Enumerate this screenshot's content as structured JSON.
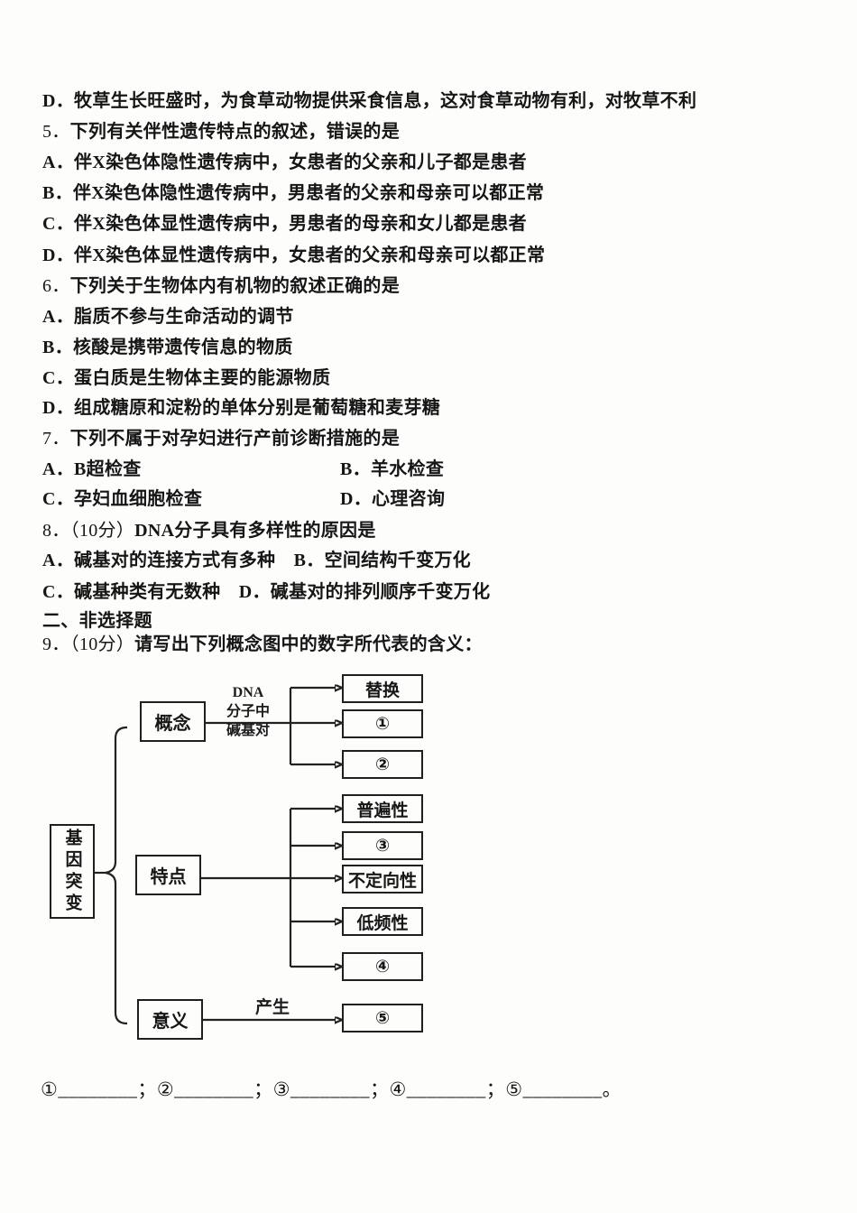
{
  "doc": {
    "lines": [
      {
        "text": "D．牧草生长旺盛时，为食草动物提供采食信息，这对食草动物有利，对牧草不利"
      },
      {
        "prefix": "5．",
        "text": "下列有关伴性遗传特点的叙述，错误的是"
      },
      {
        "text": "A．伴X染色体隐性遗传病中，女患者的父亲和儿子都是患者"
      },
      {
        "text": "B．伴X染色体隐性遗传病中，男患者的父亲和母亲可以都正常"
      },
      {
        "text": "C．伴X染色体显性遗传病中，男患者的母亲和女儿都是患者"
      },
      {
        "text": "D．伴X染色体显性遗传病中，女患者的父亲和母亲可以都正常"
      },
      {
        "prefix": "6．",
        "text": "下列关于生物体内有机物的叙述正确的是"
      },
      {
        "text": "A．脂质不参与生命活动的调节"
      },
      {
        "text": "B．核酸是携带遗传信息的物质"
      },
      {
        "text": "C．蛋白质是生物体主要的能源物质"
      },
      {
        "text": "D．组成糖原和淀粉的单体分别是葡萄糖和麦芽糖"
      },
      {
        "prefix": "7．",
        "text": "下列不属于对孕妇进行产前诊断措施的是"
      },
      {
        "text": "A．B超检查",
        "text2": "B．羊水检查"
      },
      {
        "text": "C．孕妇血细胞检查",
        "text2": "D．心理咨询"
      },
      {
        "prefix": "8．（10分）",
        "text": "DNA分子具有多样性的原因是"
      },
      {
        "text": "A．碱基对的连接方式有多种　B．空间结构千变万化"
      },
      {
        "text": "C．碱基种类有无数种　D．碱基对的排列顺序千变万化"
      },
      {
        "text": "二、非选择题"
      },
      {
        "prefix": "9．（10分）",
        "text": "请写出下列概念图中的数字所代表的含义："
      }
    ]
  },
  "diagram": {
    "root_label": "基因突变",
    "branch_concept": "概念",
    "branch_feature": "特点",
    "branch_meaning": "意义",
    "edge_label_dna_1": "DNA",
    "edge_label_dna_2": "分子中",
    "edge_label_dna_3": "碱基对",
    "edge_label_produce": "产生",
    "concept_items": [
      "替换",
      "①",
      "②"
    ],
    "feature_items": [
      "普遍性",
      "③",
      "不定向性",
      "低频性",
      "④"
    ],
    "meaning_items": [
      "⑤"
    ]
  },
  "answers": {
    "blank_line": "①________；②________；③________；④________；⑤________。"
  }
}
